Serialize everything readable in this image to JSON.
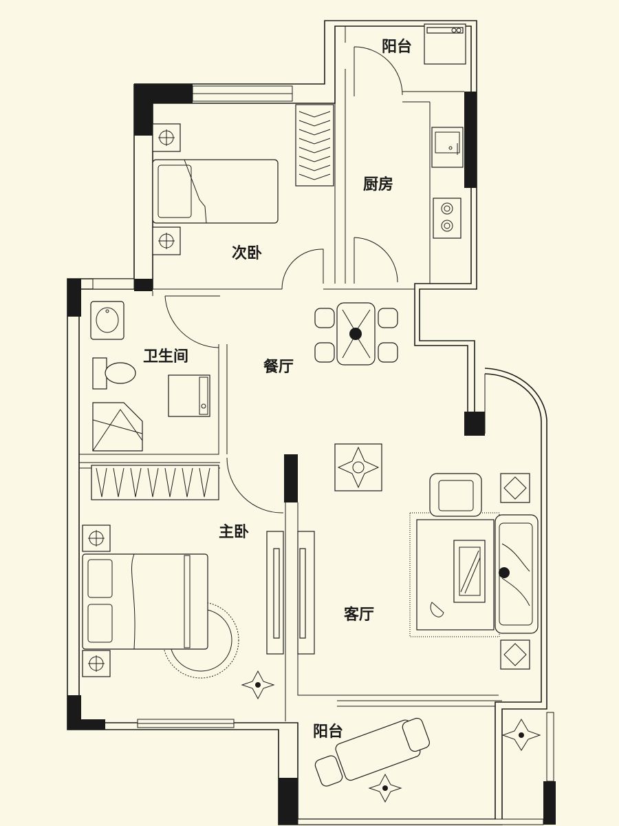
{
  "rooms": {
    "balcony_top": "阳台",
    "kitchen": "厨房",
    "second_bedroom": "次卧",
    "bathroom": "卫生间",
    "dining": "餐厅",
    "master_bedroom": "主卧",
    "living": "客厅",
    "balcony_bottom": "阳台"
  }
}
